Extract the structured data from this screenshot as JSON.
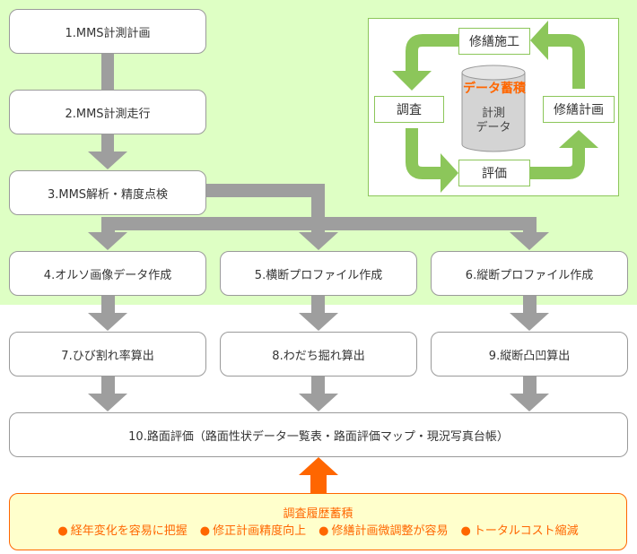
{
  "steps": {
    "s1": "1.MMS計測計画",
    "s2": "2.MMS計測走行",
    "s3": "3.MMS解析・精度点検",
    "s4": "4.オルソ画像データ作成",
    "s5": "5.横断プロファイル作成",
    "s6": "6.縦断プロファイル作成",
    "s7": "7.ひび割れ率算出",
    "s8": "8.わだち掘れ算出",
    "s9": "9.縦断凸凹算出",
    "s10": "10.路面評価（路面性状データ一覧表・路面評価マップ・現況写真台帳）"
  },
  "cycle": {
    "top": "修繕施工",
    "left": "調査",
    "right": "修繕計画",
    "bottom": "評価",
    "center_title": "データ蓄積",
    "center_label_line1": "計測",
    "center_label_line2": "データ"
  },
  "history": {
    "title": "調査履歴蓄積",
    "bullet": "●",
    "items": [
      "経年変化を容易に把握",
      "修正計画精度向上",
      "修繕計画微調整が容易",
      "トータルコスト縮減"
    ]
  },
  "colors": {
    "green_bg": "#deffc4",
    "arrow_gray": "#9e9e9e",
    "cycle_green": "#8cc65a",
    "accent_orange": "#ff6600",
    "history_bg": "#ffffcc"
  }
}
